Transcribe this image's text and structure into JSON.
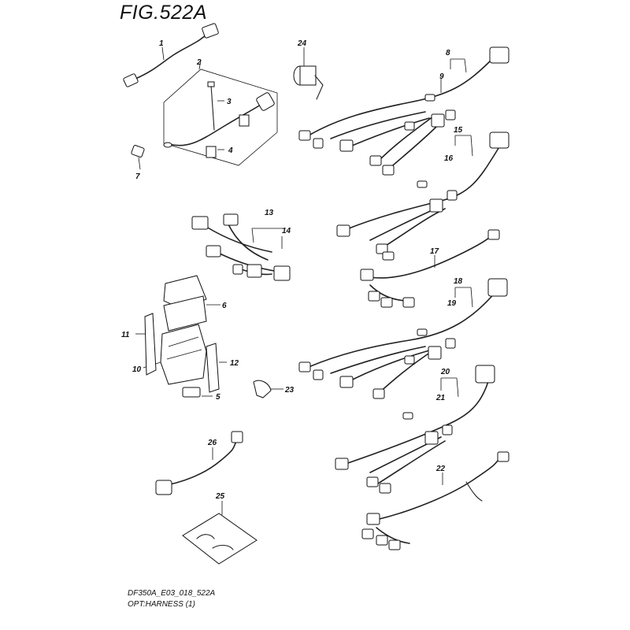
{
  "figure": {
    "title": "FIG.522A",
    "footer_code": "DF350A_E03_018_522A",
    "footer_name": "OPT:HARNESS (1)"
  },
  "callouts": [
    "1",
    "2",
    "3",
    "4",
    "5",
    "6",
    "7",
    "8",
    "9",
    "10",
    "11",
    "12",
    "13",
    "14",
    "15",
    "16",
    "17",
    "18",
    "19",
    "20",
    "21",
    "22",
    "23",
    "24",
    "25",
    "26"
  ]
}
